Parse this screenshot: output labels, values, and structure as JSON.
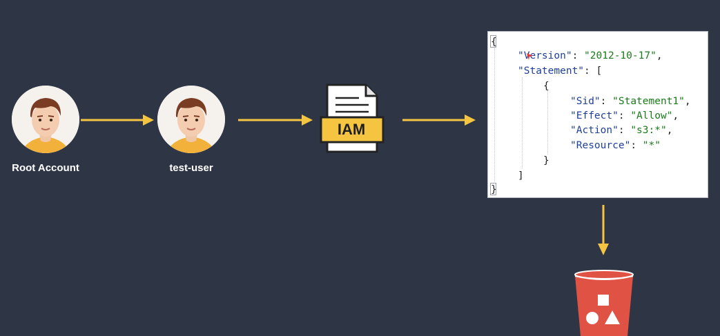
{
  "nodes": {
    "root_account": {
      "label": "Root Account"
    },
    "test_user": {
      "label": "test-user"
    },
    "iam": {
      "label": "IAM"
    }
  },
  "policy": {
    "open_brace": "{",
    "close_brace": "}",
    "version_key": "\"Version\"",
    "version_value": "\"2012-10-17\"",
    "statement_key": "\"Statement\"",
    "open_bracket": "[",
    "close_bracket": "]",
    "stmt_open": "{",
    "stmt_close": "}",
    "sid_key": "\"Sid\"",
    "sid_value": "\"Statement1\"",
    "effect_key": "\"Effect\"",
    "effect_value": "\"Allow\"",
    "action_key": "\"Action\"",
    "action_value": "\"s3:*\"",
    "resource_key": "\"Resource\"",
    "resource_value": "\"*\"",
    "colon": ": ",
    "comma": ","
  },
  "icons": {
    "avatar": "person-avatar-icon",
    "document": "document-icon",
    "bucket": "s3-bucket-icon"
  },
  "colors": {
    "background": "#2e3646",
    "arrow": "#f5c542",
    "bucket": "#e05243"
  }
}
